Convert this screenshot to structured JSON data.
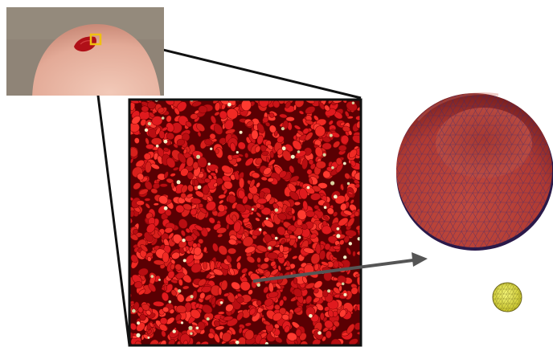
{
  "figure": {
    "panels": [
      {
        "id": "fingertip-photo",
        "depicts": "fingertip-with-blood-drop"
      },
      {
        "id": "blood-sample-simulation",
        "depicts": "dense-red-blood-cell-suspension-with-platelets"
      },
      {
        "id": "red-blood-cell-model",
        "depicts": "biconcave-red-blood-cell-triangulated-mesh"
      },
      {
        "id": "platelet-model",
        "depicts": "platelet-triangulated-mesh"
      }
    ],
    "colors": {
      "background": "#ffffff",
      "skin": "#e8b3a0",
      "photo_background": "#8f8477",
      "blood": "#c8141c",
      "cell_red": "#d8181c",
      "cell_dark": "#6a0004",
      "mesh_cell": "#c8423a",
      "mesh_line": "#3a2a70",
      "platelet": "#eef04a",
      "callout_box": "#f0c010",
      "zoom_lines": "#111111",
      "arrow": "#555555"
    }
  }
}
